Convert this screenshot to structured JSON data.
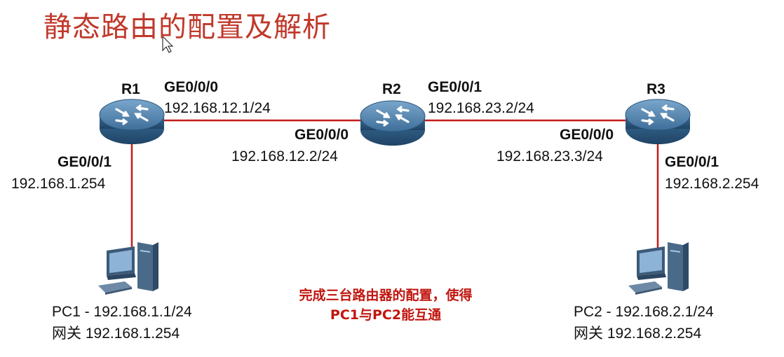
{
  "title": "静态路由的配置及解析",
  "colors": {
    "link": "#c51a1a",
    "router_body": "#2f5f88",
    "router_top": "#4d7fa8",
    "note": "#c0160f",
    "title": "#c0392b"
  },
  "routers": [
    {
      "name": "R1",
      "icon": "router-icon"
    },
    {
      "name": "R2",
      "icon": "router-icon"
    },
    {
      "name": "R3",
      "icon": "router-icon"
    }
  ],
  "interfaces": {
    "r1_g000": {
      "port": "GE0/0/0",
      "ip": "192.168.12.1/24"
    },
    "r1_g001": {
      "port": "GE0/0/1",
      "ip": "192.168.1.254"
    },
    "r2_g000": {
      "port": "GE0/0/0",
      "ip": "192.168.12.2/24"
    },
    "r2_g001": {
      "port": "GE0/0/1",
      "ip": "192.168.23.2/24"
    },
    "r3_g000": {
      "port": "GE0/0/0",
      "ip": "192.168.23.3/24"
    },
    "r3_g001": {
      "port": "GE0/0/1",
      "ip": "192.168.2.254"
    }
  },
  "pcs": [
    {
      "name": "PC1",
      "ip": "PC1 - 192.168.1.1/24",
      "gateway_label": "网关",
      "gateway": "192.168.1.254",
      "icon": "pc-icon"
    },
    {
      "name": "PC2",
      "ip": "PC2 - 192.168.2.1/24",
      "gateway_label": "网关",
      "gateway": "192.168.2.254",
      "icon": "pc-icon"
    }
  ],
  "note": {
    "line1": "完成三台路由器的配置，使得",
    "line2": "PC1与PC2能互通"
  }
}
